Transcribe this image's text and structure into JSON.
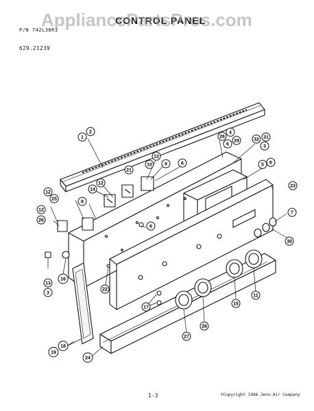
{
  "header": {
    "line1": "",
    "line2": "",
    "part_number": "P/N 742L38R1",
    "title": "CONTROL PANEL",
    "model": "629.21239"
  },
  "watermark": "AppliancePartsPros.com",
  "footer": {
    "page": "1-3",
    "copyright": "©Copyright 1986 Jenn-Air Company"
  },
  "callouts": [
    "1",
    "2",
    "4",
    "26",
    "6",
    "29",
    "32",
    "31",
    "3",
    "12",
    "21",
    "10",
    "9",
    "6",
    "14",
    "12",
    "5",
    "6",
    "23",
    "12",
    "25",
    "8",
    "7",
    "12",
    "26",
    "6",
    "30",
    "13",
    "3",
    "16",
    "22",
    "17",
    "15",
    "11",
    "18",
    "28",
    "27",
    "19",
    "24"
  ],
  "colors": {
    "ink": "#111111",
    "paper": "#ffffff",
    "watermark": "#969696"
  }
}
